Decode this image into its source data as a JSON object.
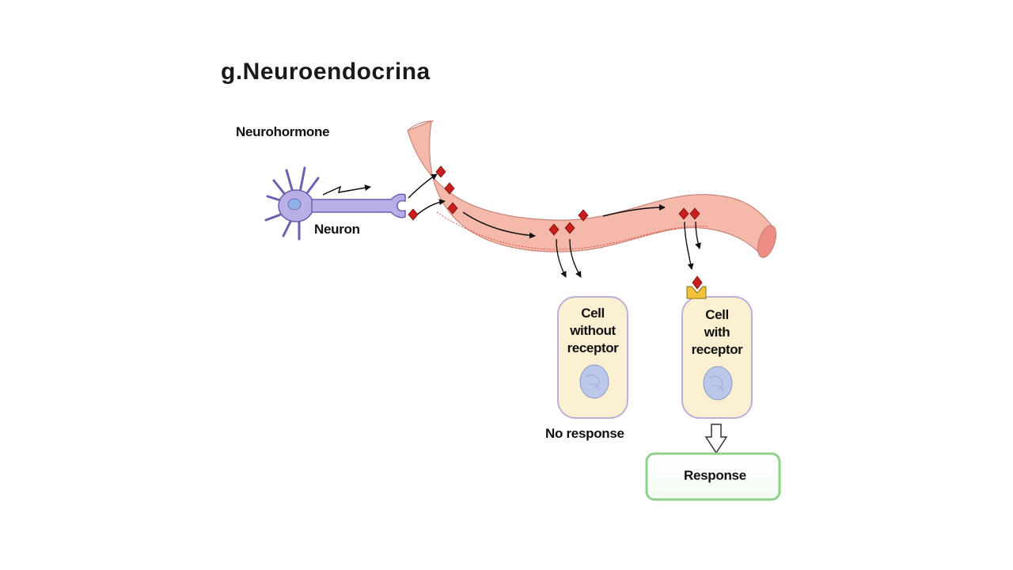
{
  "title": "g.Neuroendocrina",
  "labels": {
    "neurohormone": "Neurohormone",
    "neuron": "Neuron",
    "no_response": "No response",
    "response": "Response"
  },
  "cells": [
    {
      "line1": "Cell",
      "line2": "without",
      "line3": "receptor"
    },
    {
      "line1": "Cell",
      "line2": "with",
      "line3": "receptor"
    }
  ],
  "colors": {
    "vessel_fill": "#f5b9ab",
    "vessel_stroke": "#c98478",
    "vessel_end": "#ee8d84",
    "neuron_fill": "#b9aee6",
    "neuron_stroke": "#6d5fb0",
    "hormone": "#c81e1e",
    "cell_fill": "#fbf0d2",
    "cell_stroke": "#bfaed6",
    "nucleus_fill": "#bcc8ea",
    "receptor": "#f2c23a",
    "response_stroke": "#8fd18a"
  }
}
